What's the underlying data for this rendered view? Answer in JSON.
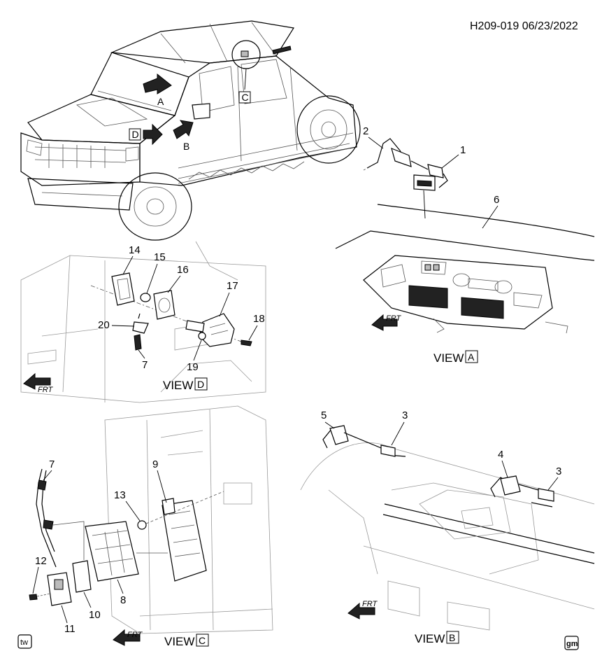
{
  "header": {
    "code": "H209-019  06/23/2022"
  },
  "callouts": {
    "c1": "1",
    "c2": "2",
    "c3a": "3",
    "c3b": "3",
    "c4": "4",
    "c5": "5",
    "c6": "6",
    "c7a": "7",
    "c7b": "7",
    "c8": "8",
    "c9": "9",
    "c10": "10",
    "c11": "11",
    "c12": "12",
    "c13": "13",
    "c14": "14",
    "c15": "15",
    "c16": "16",
    "c17": "17",
    "c18": "18",
    "c19": "19",
    "c20": "20"
  },
  "view_letters": {
    "a": "A",
    "b": "B",
    "c": "C",
    "d": "D"
  },
  "views": {
    "word": "VIEW",
    "a": "A",
    "b": "B",
    "c": "C",
    "d": "D"
  },
  "front_marker": "FRT",
  "logos": {
    "tw": "tw",
    "gm": "gm"
  }
}
